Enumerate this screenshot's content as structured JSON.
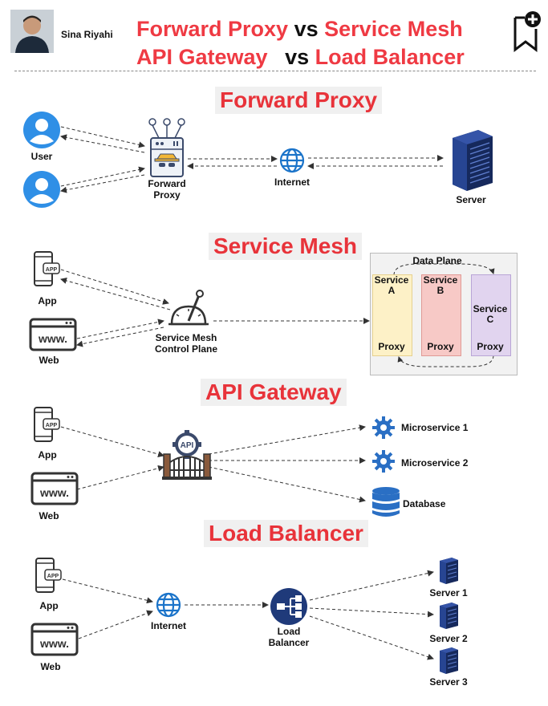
{
  "header": {
    "author": "Sina Riyahi",
    "line1": {
      "part1": "Forward Proxy",
      "vs1": "vs",
      "part2": "Service Mesh"
    },
    "line2": {
      "part1": "API Gateway",
      "vs1": "vs",
      "part2": "Load Balancer"
    }
  },
  "forward_proxy": {
    "title": "Forward Proxy",
    "user_label": "User",
    "proxy_label": "Forward\nProxy",
    "internet_label": "Internet",
    "server_label": "Server"
  },
  "service_mesh": {
    "title": "Service Mesh",
    "app_label": "App",
    "web_label": "Web",
    "control_label": "Service Mesh\nControl Plane",
    "data_plane_label": "Data Plane",
    "services": [
      {
        "name": "Service\nA",
        "proxy": "Proxy",
        "color": "#fdf1c7"
      },
      {
        "name": "Service\nB",
        "proxy": "Proxy",
        "color": "#f7c9c6"
      },
      {
        "name": "Service\nC",
        "proxy": "Proxy",
        "color": "#e1d4ef"
      }
    ]
  },
  "api_gateway": {
    "title": "API Gateway",
    "app_label": "App",
    "web_label": "Web",
    "gateway_badge": "API",
    "ms1_label": "Microservice 1",
    "ms2_label": "Microservice 2",
    "db_label": "Database"
  },
  "load_balancer": {
    "title": "Load Balancer",
    "app_label": "App",
    "web_label": "Web",
    "internet_label": "Internet",
    "lb_label": "Load\nBalancer",
    "servers": [
      "Server 1",
      "Server 2",
      "Server 3"
    ]
  },
  "common": {
    "app_badge": "APP",
    "web_badge": "www."
  },
  "colors": {
    "accent_red": "#ef3a43",
    "user_blue": "#2f8fe6",
    "server_navy": "#1f3a7a",
    "globe_blue": "#1a73c9"
  }
}
